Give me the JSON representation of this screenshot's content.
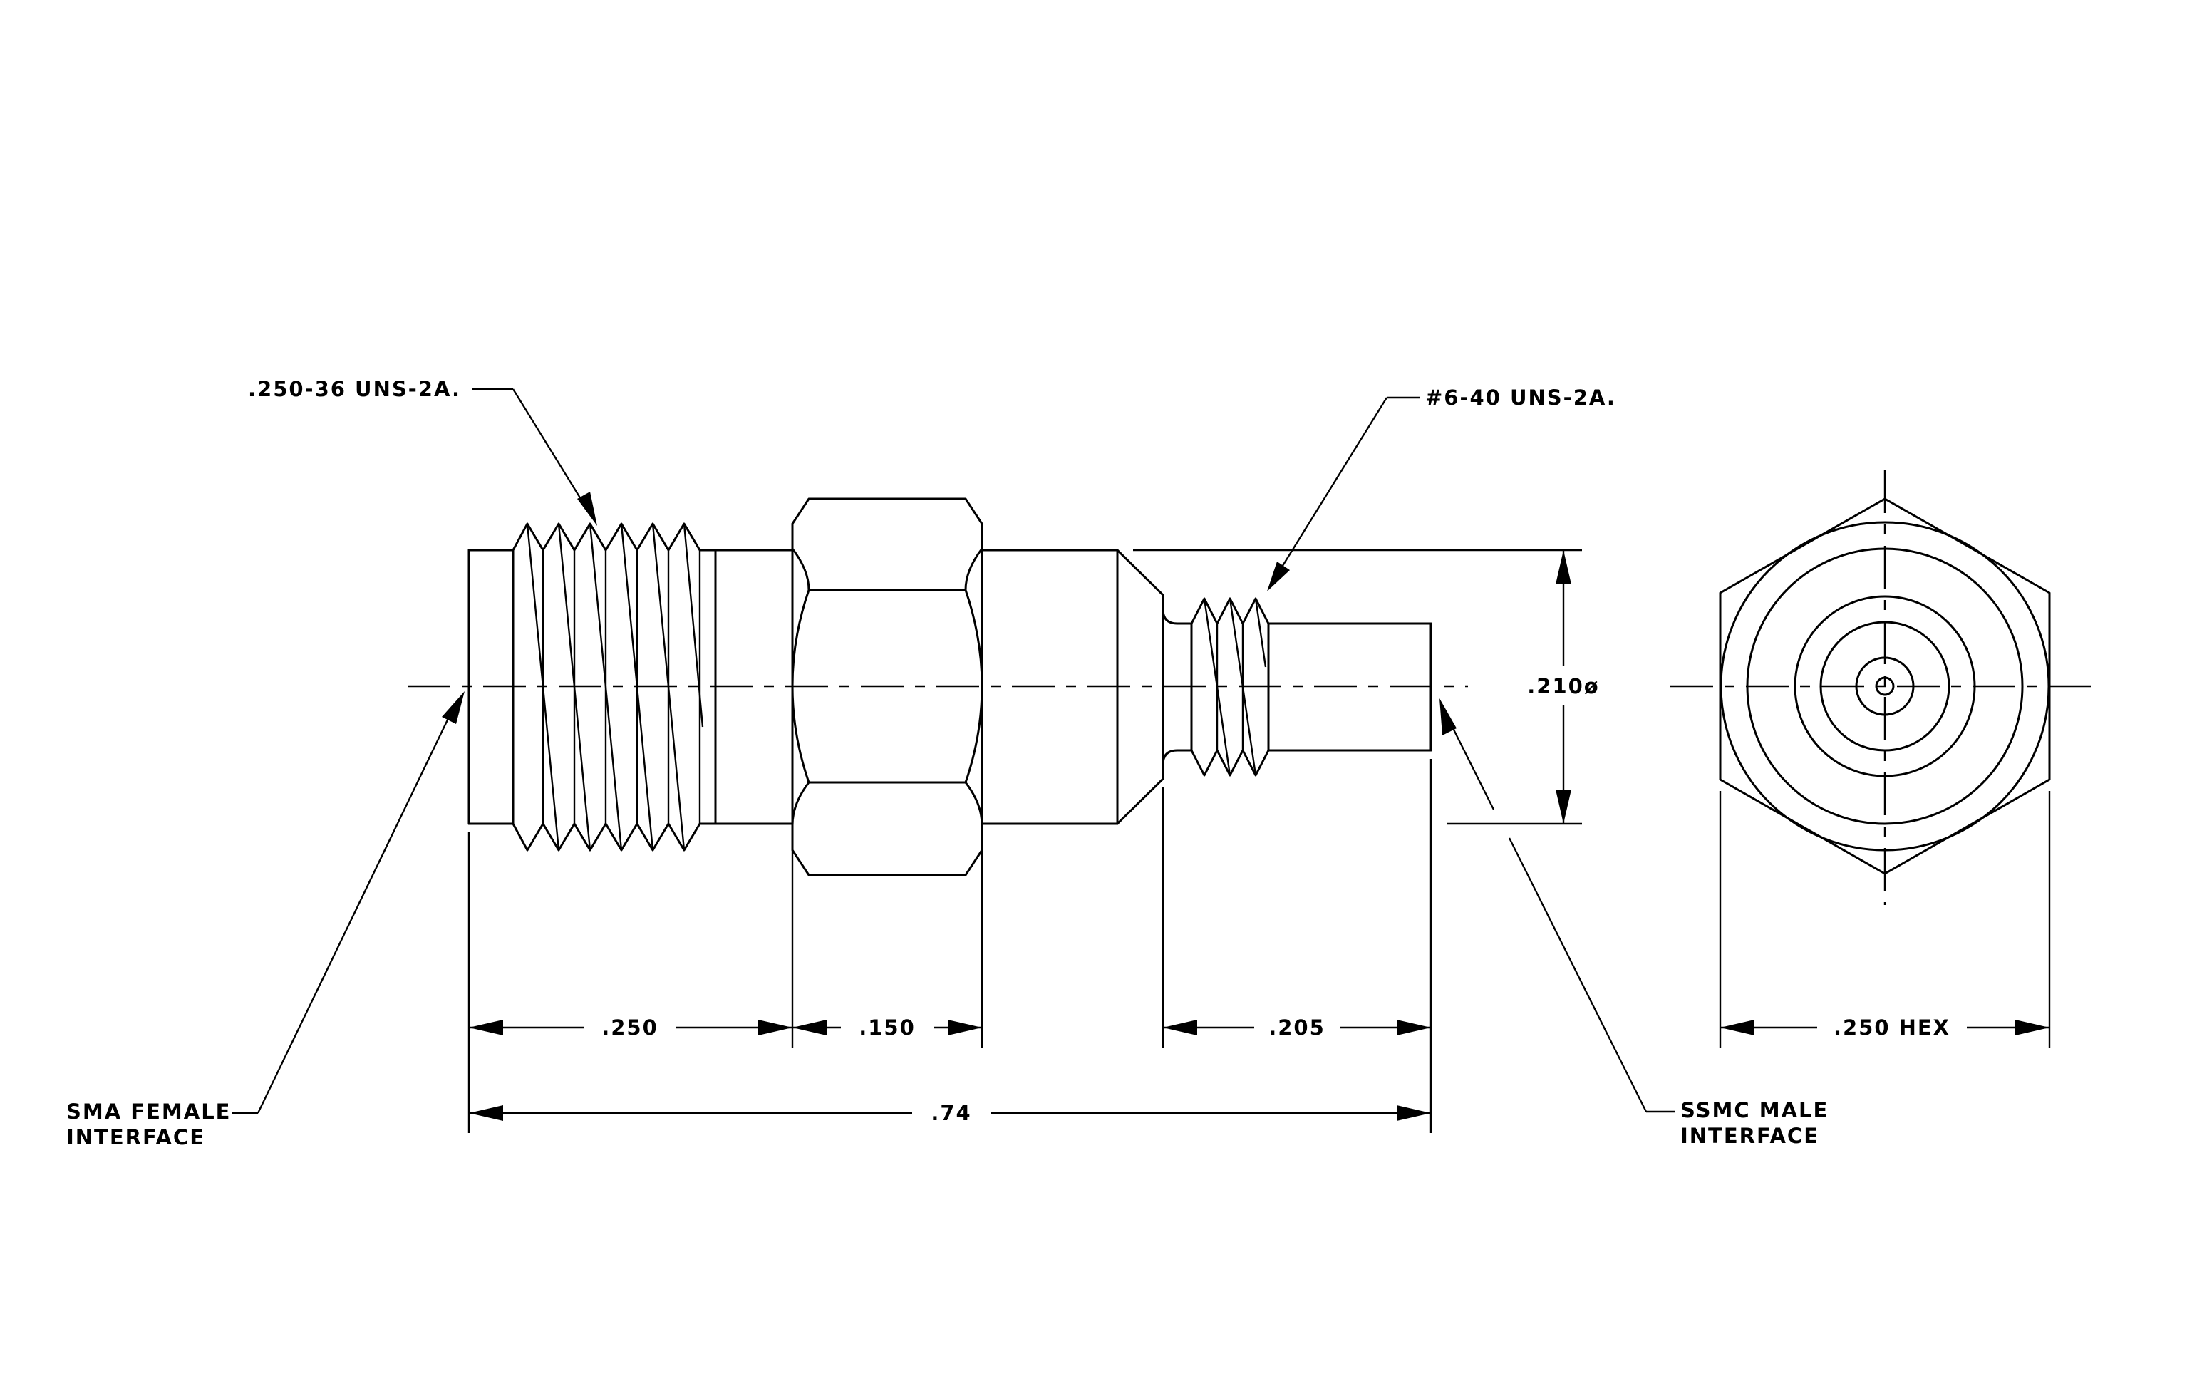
{
  "callouts": {
    "thread_left": ".250-36 UNS-2A.",
    "thread_right": "#6-40 UNS-2A.",
    "left_interface": [
      "SMA FEMALE",
      "INTERFACE"
    ],
    "right_interface": [
      "SSMC MALE",
      "INTERFACE"
    ]
  },
  "dimensions": {
    "sma_length": ".250",
    "hex_length": ".150",
    "ssmc_length": ".205",
    "overall_length": ".74",
    "diameter": ".210ø",
    "hex_size": ".250 HEX"
  }
}
